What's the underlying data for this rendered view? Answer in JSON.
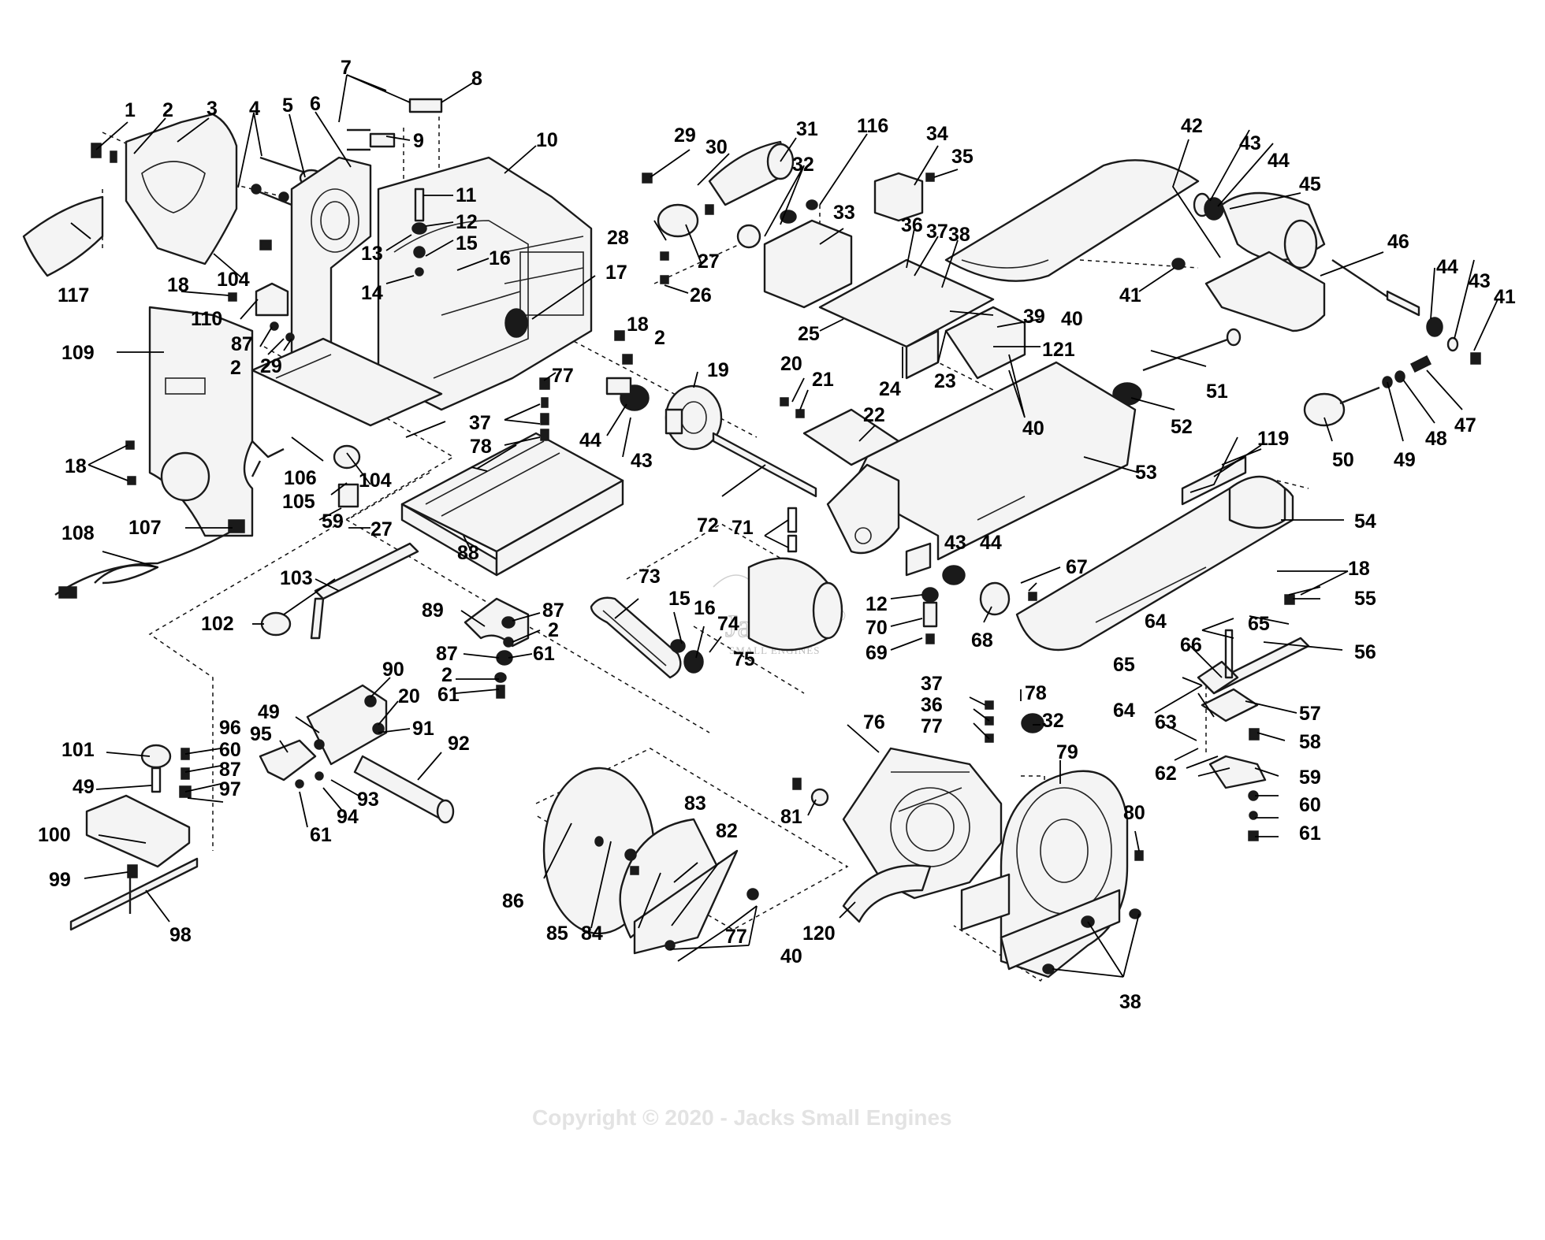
{
  "diagram": {
    "labels": [
      "1",
      "2",
      "3",
      "4",
      "5",
      "6",
      "7",
      "8",
      "9",
      "10",
      "11",
      "12",
      "13",
      "14",
      "15",
      "16",
      "17",
      "18",
      "19",
      "20",
      "21",
      "22",
      "23",
      "24",
      "25",
      "26",
      "27",
      "28",
      "29",
      "30",
      "31",
      "32",
      "33",
      "34",
      "35",
      "36",
      "37",
      "38",
      "39",
      "40",
      "41",
      "42",
      "43",
      "44",
      "45",
      "46",
      "47",
      "48",
      "49",
      "50",
      "51",
      "52",
      "53",
      "54",
      "55",
      "56",
      "57",
      "58",
      "59",
      "60",
      "61",
      "62",
      "63",
      "64",
      "65",
      "66",
      "67",
      "68",
      "69",
      "70",
      "71",
      "72",
      "73",
      "74",
      "75",
      "76",
      "77",
      "78",
      "79",
      "80",
      "81",
      "82",
      "83",
      "84",
      "85",
      "86",
      "87",
      "88",
      "89",
      "90",
      "91",
      "92",
      "93",
      "94",
      "95",
      "96",
      "97",
      "98",
      "99",
      "100",
      "101",
      "102",
      "103",
      "104",
      "105",
      "106",
      "107",
      "108",
      "109",
      "110",
      "116",
      "117",
      "119",
      "120",
      "121"
    ]
  },
  "watermark": {
    "copyright": "Copyright © 2020 - Jacks Small Engines",
    "logo_text": "Jacks",
    "logo_subtext": "SMALL ENGINES",
    "logo_mark": "©"
  }
}
